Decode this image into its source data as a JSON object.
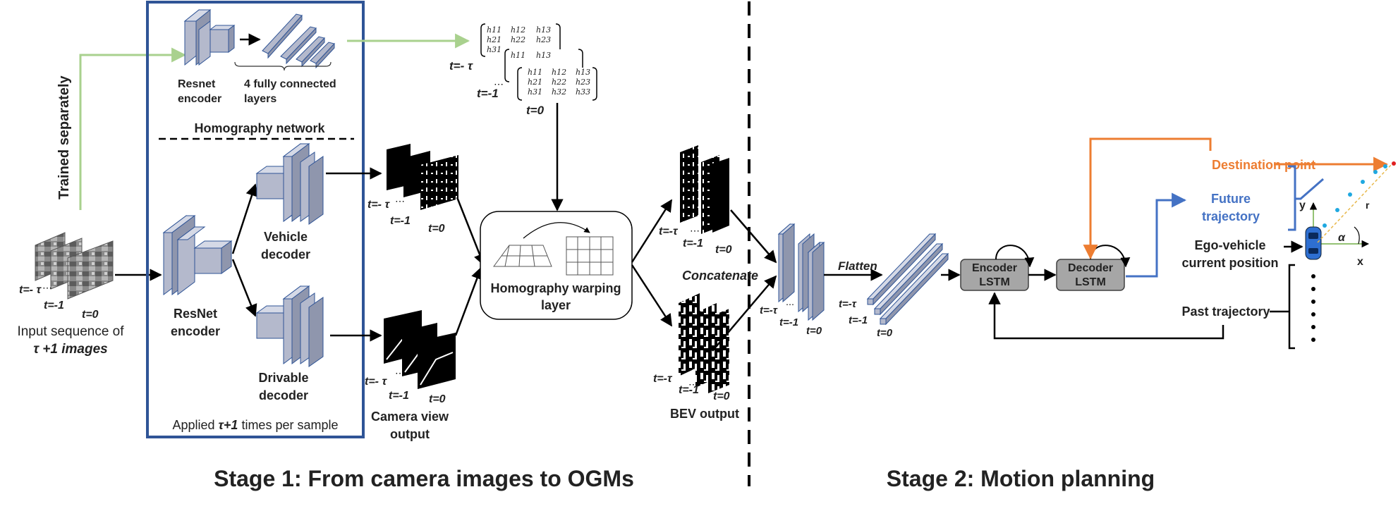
{
  "stage1": {
    "title": "Stage 1: From camera images to OGMs",
    "trained_separately": "Trained separately",
    "input_caption_line1": "Input sequence of",
    "input_caption_line2": "τ +1 images",
    "input_t_first": "t=- τ",
    "input_t_mid": "t=-1",
    "input_t_last": "t=0",
    "homography": {
      "resnet_line1": "Resnet",
      "resnet_line2": "encoder",
      "fc_line1": "4 fully connected",
      "fc_line2": "layers",
      "network_label": "Homography network"
    },
    "resnet_encoder_line1": "ResNet",
    "resnet_encoder_line2": "encoder",
    "vehicle_decoder_line1": "Vehicle",
    "vehicle_decoder_line2": "decoder",
    "drivable_decoder_line1": "Drivable",
    "drivable_decoder_line2": "decoder",
    "applied_prefix": "Applied ",
    "applied_tau": "τ+1",
    "applied_suffix": " times per sample",
    "camera_view_line1": "Camera view",
    "camera_view_line2": "output",
    "upper_t_first": "t=- τ",
    "upper_t_mid": "t=-1",
    "upper_t_last": "t=0",
    "lower_t_first": "t=- τ",
    "lower_t_mid": "t=-1",
    "lower_t_last": "t=0",
    "matrix_t_first": "t=- τ",
    "matrix_t_mid": "t=-1",
    "matrix_t_last": "t=0",
    "matrix_entries": [
      [
        "h11",
        "h12",
        "h13"
      ],
      [
        "h21",
        "h22",
        "h23"
      ],
      [
        "h31",
        "h32",
        "h33"
      ]
    ],
    "warping_line1": "Homography warping",
    "warping_line2": "layer",
    "bev_output": "BEV output",
    "bev_upper_t_first": "t=-τ",
    "bev_upper_t_mid": "t=-1",
    "bev_upper_t_last": "t=0",
    "bev_lower_t_first": "t=-τ",
    "bev_lower_t_mid": "t=-1",
    "bev_lower_t_last": "t=0"
  },
  "stage2": {
    "title": "Stage 2: Motion planning",
    "concatenate": "Concatenate",
    "concat_t_first": "t=-τ",
    "concat_t_mid": "t=-1",
    "concat_t_last": "t=0",
    "flatten": "Flatten",
    "flat_t_first": "t=-τ",
    "flat_t_mid": "t=-1",
    "flat_t_last": "t=0",
    "encoder_line1": "Encoder",
    "encoder_line2": "LSTM",
    "decoder_line1": "Decoder",
    "decoder_line2": "LSTM",
    "destination_point": "Destination point",
    "future_line1": "Future",
    "future_line2": "trajectory",
    "ego_line1": "Ego-vehicle",
    "ego_line2": "current position",
    "past_trajectory": "Past trajectory",
    "axis_y": "y",
    "axis_x": "x",
    "alpha": "α",
    "r": "r"
  },
  "colors": {
    "frame_blue": "#2f5496",
    "green_arrow": "#a9d18e",
    "orange": "#ed7d31",
    "blue_arrow": "#4472c4",
    "lstm_fill": "#a6a6a6",
    "block_front": "#b4b9cc",
    "block_side": "#8f96ad"
  }
}
